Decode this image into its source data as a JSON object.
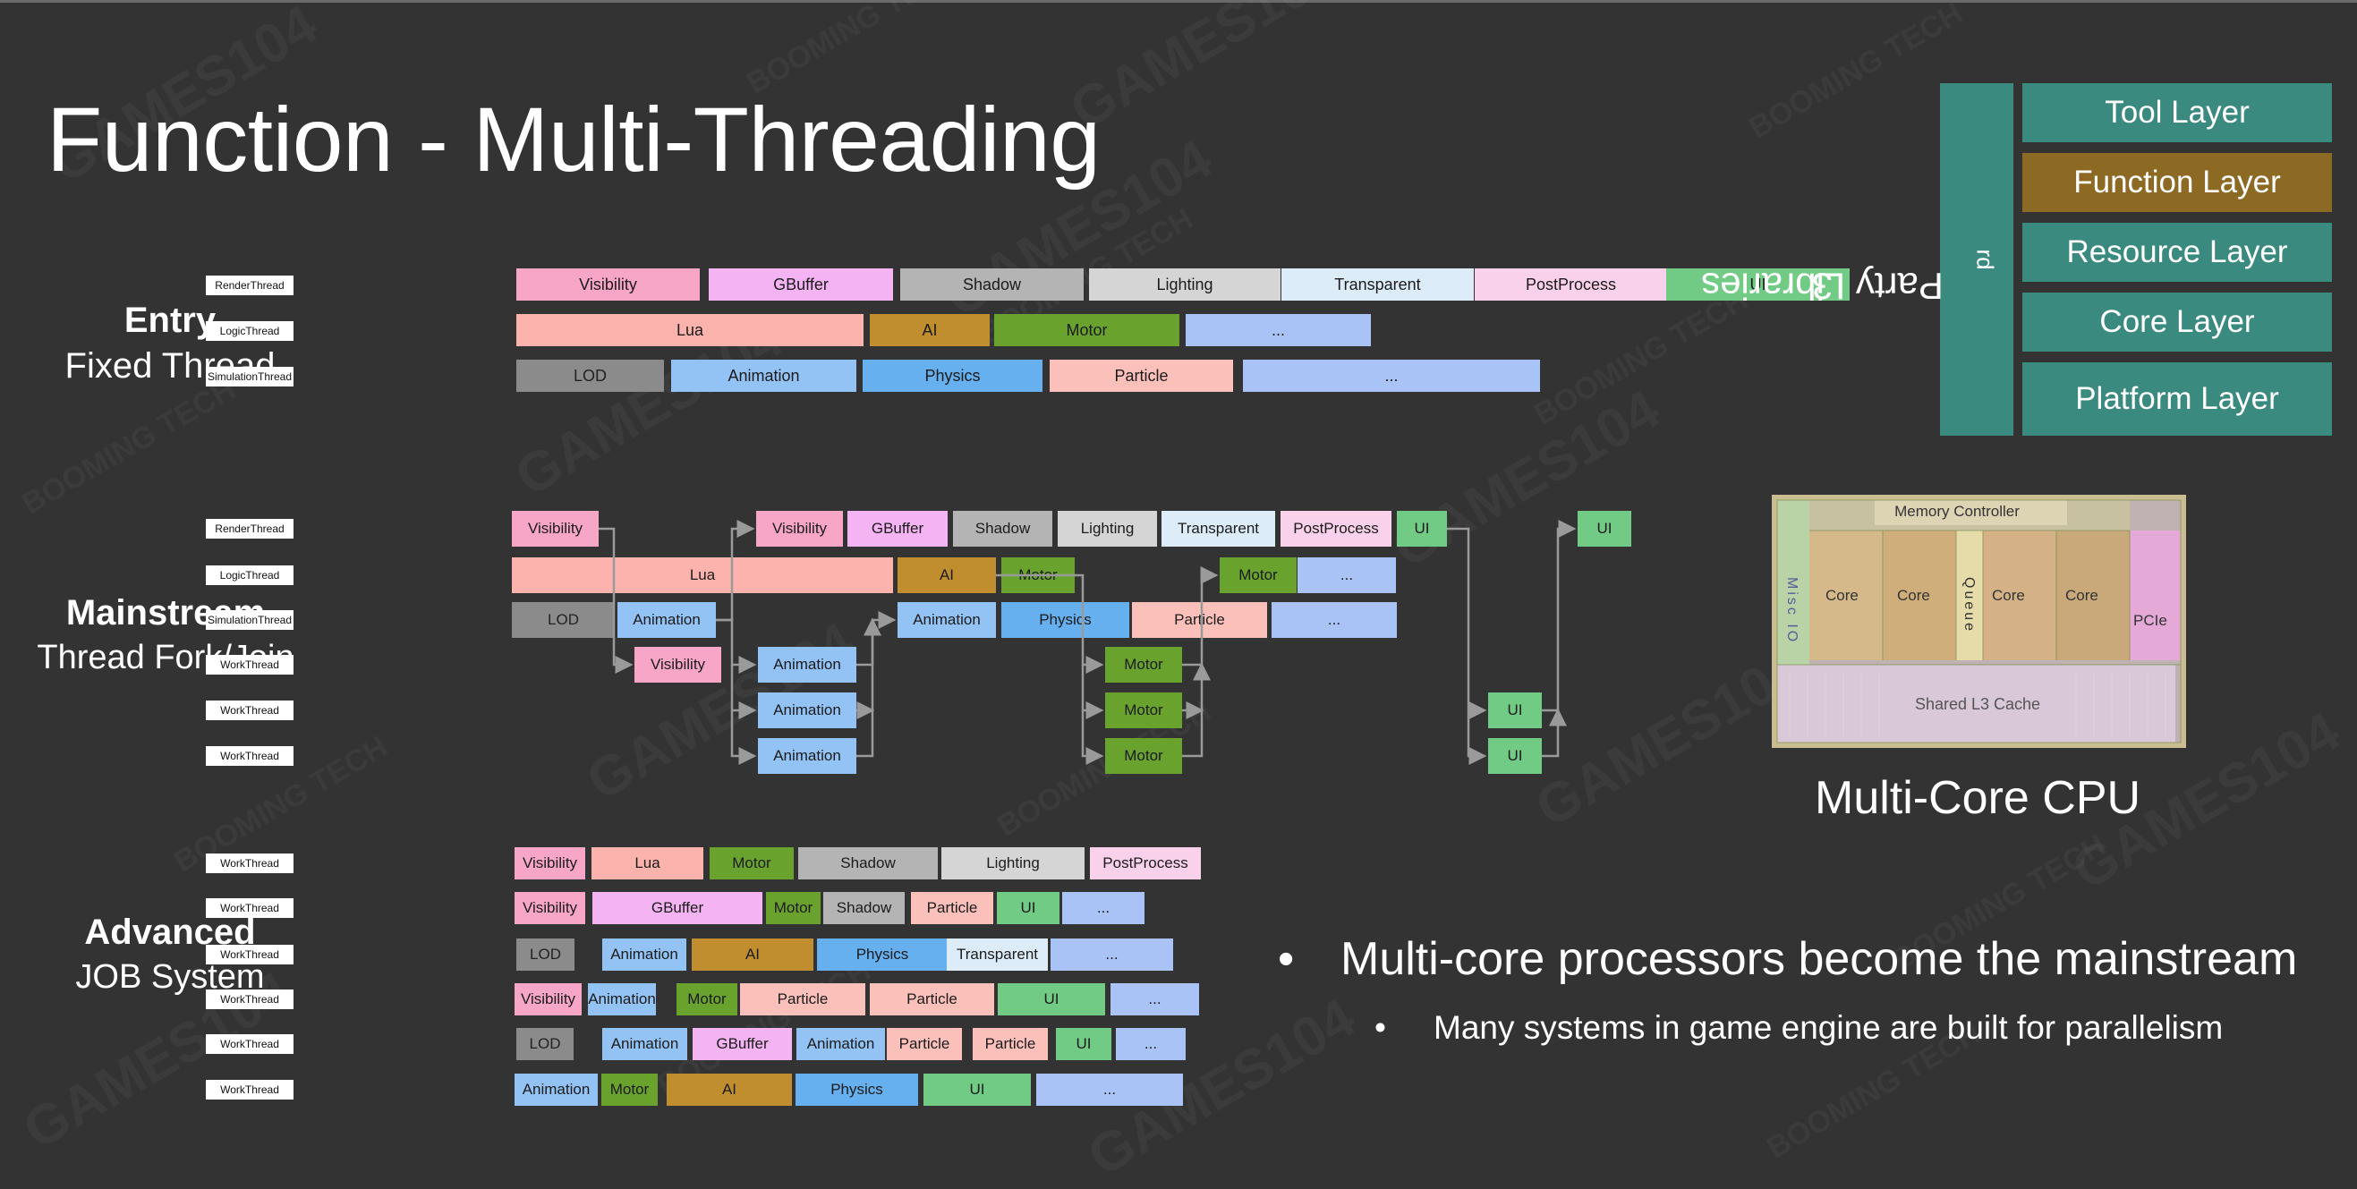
{
  "title": "Function - Multi-Threading",
  "sections": {
    "entry": {
      "bold": "Entry",
      "sub": "Fixed Thread"
    },
    "mainstream": {
      "bold": "Mainstream",
      "sub": "Thread Fork/Join"
    },
    "advanced": {
      "bold": "Advanced",
      "sub": "JOB System"
    }
  },
  "entry_rows": [
    {
      "thread": "RenderThread",
      "blocks": [
        {
          "text": "Visibility",
          "color": "#f7a6c8"
        },
        {
          "text": "GBuffer",
          "color": "#f4b3f2"
        },
        {
          "text": "Shadow",
          "color": "#b4b4b4"
        },
        {
          "text": "Lighting",
          "color": "#d5d5d5"
        },
        {
          "text": "Transparent",
          "color": "#ddecf9"
        },
        {
          "text": "PostProcess",
          "color": "#fad1ea"
        },
        {
          "text": "UI",
          "color": "#72cb85"
        }
      ]
    },
    {
      "thread": "LogicThread",
      "blocks": [
        {
          "text": "Lua",
          "color": "#fcb3ae"
        },
        {
          "text": "AI",
          "color": "#c08e2e"
        },
        {
          "text": "Motor",
          "color": "#6aa22e"
        },
        {
          "text": "...",
          "color": "#a9c3f7"
        }
      ]
    },
    {
      "thread": "SimulationThread",
      "blocks": [
        {
          "text": "LOD",
          "color": "#8b8b8b"
        },
        {
          "text": "Animation",
          "color": "#93c3f5"
        },
        {
          "text": "Physics",
          "color": "#66b0f0"
        },
        {
          "text": "Particle",
          "color": "#fcc0bb"
        },
        {
          "text": "...",
          "color": "#a9c3f7"
        }
      ]
    }
  ],
  "mainstream": {
    "threads": [
      "RenderThread",
      "LogicThread",
      "SimulationThread",
      "WorkThread",
      "WorkThread",
      "WorkThread"
    ],
    "blocks": [
      {
        "text": "Visibility",
        "color": "#f7a6c8"
      },
      {
        "text": "Visibility",
        "color": "#f7a6c8"
      },
      {
        "text": "GBuffer",
        "color": "#f4b3f2"
      },
      {
        "text": "Shadow",
        "color": "#b4b4b4"
      },
      {
        "text": "Lighting",
        "color": "#d5d5d5"
      },
      {
        "text": "Transparent",
        "color": "#ddecf9"
      },
      {
        "text": "PostProcess",
        "color": "#fad1ea"
      },
      {
        "text": "UI",
        "color": "#72cb85"
      },
      {
        "text": "UI",
        "color": "#72cb85"
      },
      {
        "text": "Lua",
        "color": "#fcb3ae"
      },
      {
        "text": "AI",
        "color": "#c08e2e"
      },
      {
        "text": "Motor",
        "color": "#6aa22e"
      },
      {
        "text": "Motor",
        "color": "#6aa22e"
      },
      {
        "text": "...",
        "color": "#a9c3f7"
      },
      {
        "text": "LOD",
        "color": "#8b8b8b"
      },
      {
        "text": "Animation",
        "color": "#93c3f5"
      },
      {
        "text": "Animation",
        "color": "#93c3f5"
      },
      {
        "text": "Physics",
        "color": "#66b0f0"
      },
      {
        "text": "Particle",
        "color": "#fcc0bb"
      },
      {
        "text": "...",
        "color": "#a9c3f7"
      },
      {
        "text": "Visibility",
        "color": "#f7a6c8"
      },
      {
        "text": "Animation",
        "color": "#93c3f5"
      },
      {
        "text": "Animation",
        "color": "#93c3f5"
      },
      {
        "text": "Animation",
        "color": "#93c3f5"
      },
      {
        "text": "Motor",
        "color": "#6aa22e"
      },
      {
        "text": "Motor",
        "color": "#6aa22e"
      },
      {
        "text": "Motor",
        "color": "#6aa22e"
      },
      {
        "text": "UI",
        "color": "#72cb85"
      },
      {
        "text": "UI",
        "color": "#72cb85"
      }
    ]
  },
  "advanced_rows": [
    {
      "thread": "WorkThread",
      "blocks": [
        {
          "text": "Visibility",
          "color": "#f7a6c8"
        },
        {
          "text": "Lua",
          "color": "#fcb3ae"
        },
        {
          "text": "Motor",
          "color": "#6aa22e"
        },
        {
          "text": "Shadow",
          "color": "#b4b4b4"
        },
        {
          "text": "Lighting",
          "color": "#d5d5d5"
        },
        {
          "text": "PostProcess",
          "color": "#fad1ea"
        }
      ]
    },
    {
      "thread": "WorkThread",
      "blocks": [
        {
          "text": "Visibility",
          "color": "#f7a6c8"
        },
        {
          "text": "GBuffer",
          "color": "#f4b3f2"
        },
        {
          "text": "Motor",
          "color": "#6aa22e"
        },
        {
          "text": "Shadow",
          "color": "#b4b4b4"
        },
        {
          "text": "Particle",
          "color": "#fcc0bb"
        },
        {
          "text": "UI",
          "color": "#72cb85"
        },
        {
          "text": "...",
          "color": "#a9c3f7"
        }
      ]
    },
    {
      "thread": "WorkThread",
      "blocks": [
        {
          "text": "LOD",
          "color": "#8b8b8b"
        },
        {
          "text": "Animation",
          "color": "#93c3f5"
        },
        {
          "text": "AI",
          "color": "#c08e2e"
        },
        {
          "text": "Physics",
          "color": "#66b0f0"
        },
        {
          "text": "Transparent",
          "color": "#ddecf9"
        },
        {
          "text": "...",
          "color": "#a9c3f7"
        }
      ]
    },
    {
      "thread": "WorkThread",
      "blocks": [
        {
          "text": "Visibility",
          "color": "#f7a6c8"
        },
        {
          "text": "Animation",
          "color": "#93c3f5"
        },
        {
          "text": "Motor",
          "color": "#6aa22e"
        },
        {
          "text": "Particle",
          "color": "#fcc0bb"
        },
        {
          "text": "Particle",
          "color": "#fcc0bb"
        },
        {
          "text": "UI",
          "color": "#72cb85"
        },
        {
          "text": "...",
          "color": "#a9c3f7"
        }
      ]
    },
    {
      "thread": "WorkThread",
      "blocks": [
        {
          "text": "LOD",
          "color": "#8b8b8b"
        },
        {
          "text": "Animation",
          "color": "#93c3f5"
        },
        {
          "text": "GBuffer",
          "color": "#f4b3f2"
        },
        {
          "text": "Animation",
          "color": "#93c3f5"
        },
        {
          "text": "Particle",
          "color": "#fcc0bb"
        },
        {
          "text": "Particle",
          "color": "#fcc0bb"
        },
        {
          "text": "UI",
          "color": "#72cb85"
        },
        {
          "text": "...",
          "color": "#a9c3f7"
        }
      ]
    },
    {
      "thread": "WorkThread",
      "blocks": [
        {
          "text": "Animation",
          "color": "#93c3f5"
        },
        {
          "text": "Motor",
          "color": "#6aa22e"
        },
        {
          "text": "AI",
          "color": "#c08e2e"
        },
        {
          "text": "Physics",
          "color": "#66b0f0"
        },
        {
          "text": "UI",
          "color": "#72cb85"
        },
        {
          "text": "...",
          "color": "#a9c3f7"
        }
      ]
    }
  ],
  "layers": {
    "side_main": "3",
    "side_sup": "rd",
    "side_rest": " Party Libraries",
    "items": [
      {
        "text": "Tool Layer",
        "color": "#3a8a80"
      },
      {
        "text": "Function Layer",
        "color": "#8c6a24"
      },
      {
        "text": "Resource Layer",
        "color": "#3a8a80"
      },
      {
        "text": "Core Layer",
        "color": "#3a8a80"
      },
      {
        "text": "Platform Layer",
        "color": "#3a8a80"
      }
    ]
  },
  "cpu": {
    "caption": "Multi-Core CPU",
    "memory_controller": "Memory Controller",
    "misc_io": "Misc IO",
    "core": "Core",
    "queue": "Queue",
    "pcie": "PCIe",
    "l3": "Shared L3 Cache"
  },
  "bullets": {
    "main": "Multi-core processors become the mainstream",
    "sub": "Many systems in game engine are built for parallelism"
  },
  "watermark": {
    "games": "GAMES104",
    "booming": "BOOMING TECH"
  },
  "colors": {
    "background": "#333333",
    "teal": "#3a8a80",
    "brown": "#8c6a24",
    "arrow": "#9a9a9a"
  }
}
